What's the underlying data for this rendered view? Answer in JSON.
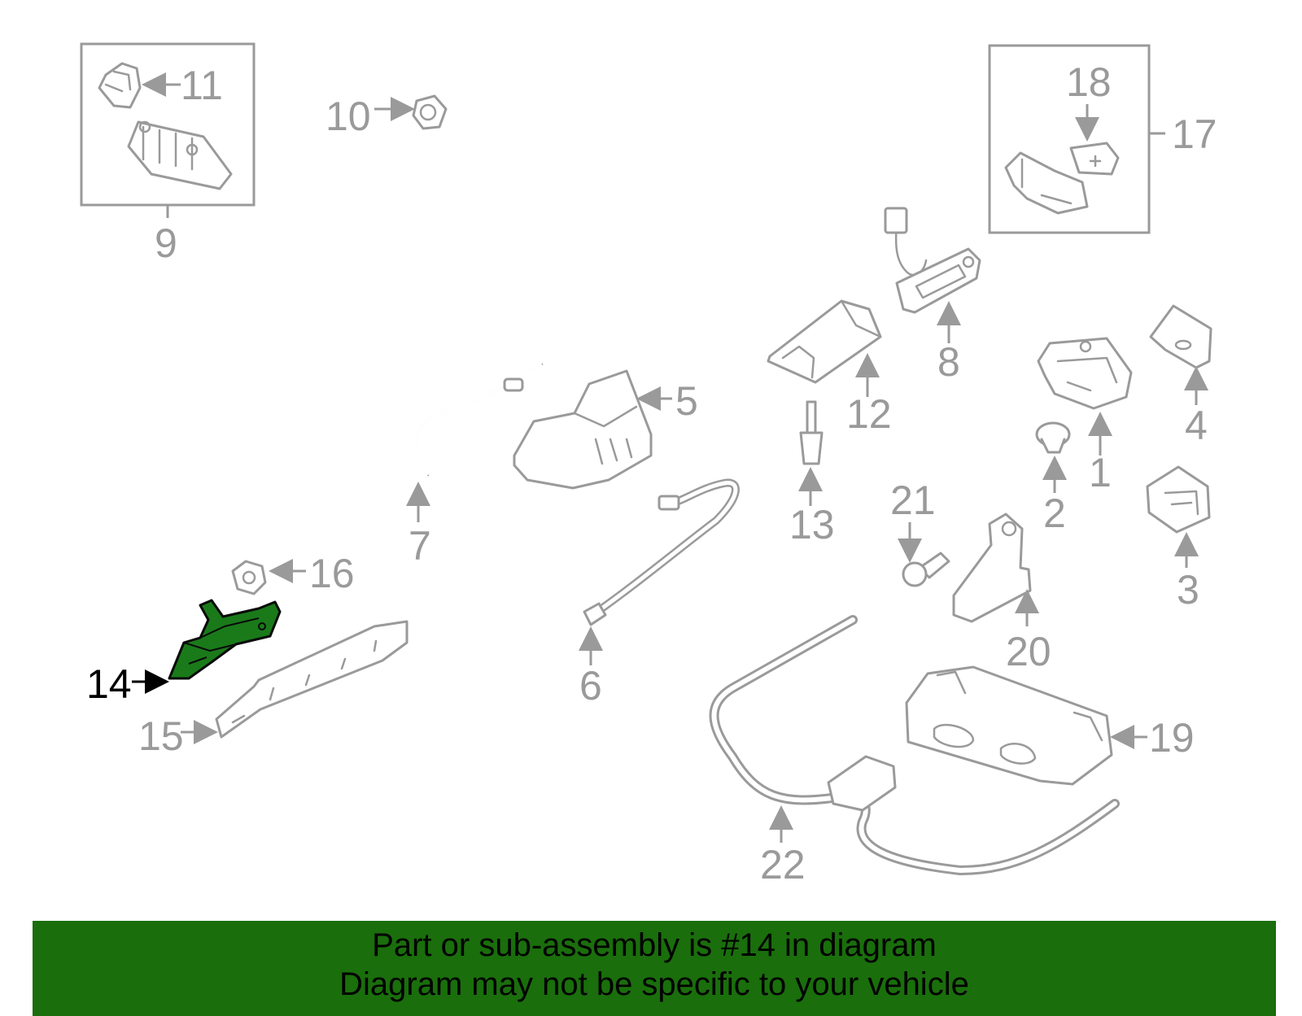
{
  "colors": {
    "highlight": "#1a7a1a",
    "banner": "#1a6e0c",
    "parts": "#9a9a9a"
  },
  "diagram": {
    "highlighted_part": "14",
    "callouts": {
      "c1": "1",
      "c2": "2",
      "c3": "3",
      "c4": "4",
      "c5": "5",
      "c6": "6",
      "c7": "7",
      "c8": "8",
      "c9": "9",
      "c10": "10",
      "c11": "11",
      "c12": "12",
      "c13": "13",
      "c14": "14",
      "c15": "15",
      "c16": "16",
      "c17": "17",
      "c18": "18",
      "c19": "19",
      "c20": "20",
      "c21": "21",
      "c22": "22"
    }
  },
  "banner": {
    "line1": "Part or sub-assembly is #14 in diagram",
    "line2": "Diagram may not be specific to your vehicle"
  }
}
